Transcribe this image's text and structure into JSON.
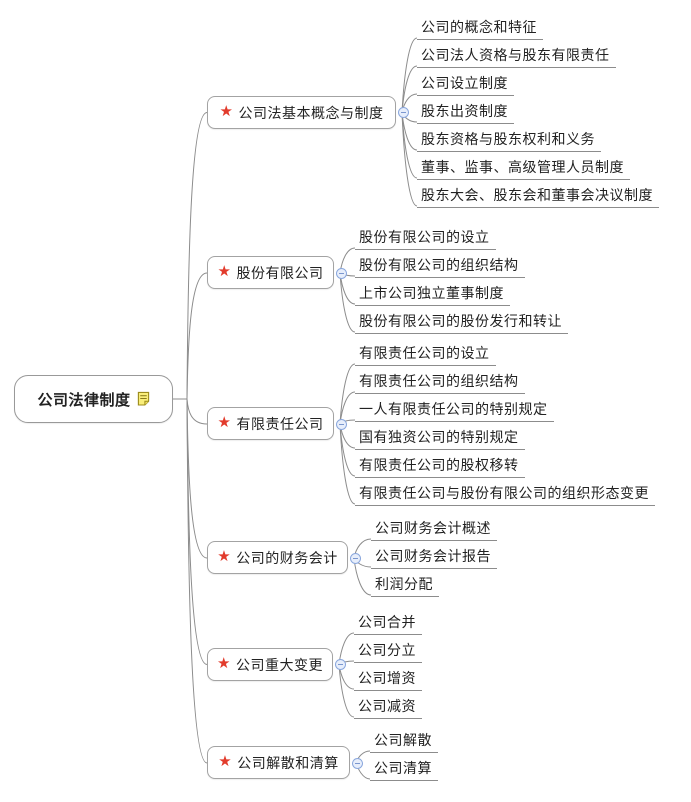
{
  "root": {
    "label": "公司法律制度"
  },
  "branches": [
    {
      "label": "公司法基本概念与制度",
      "children": [
        "公司的概念和特征",
        "公司法人资格与股东有限责任",
        "公司设立制度",
        "股东出资制度",
        "股东资格与股东权利和义务",
        "董事、监事、高级管理人员制度",
        "股东大会、股东会和董事会决议制度"
      ]
    },
    {
      "label": "股份有限公司",
      "children": [
        "股份有限公司的设立",
        "股份有限公司的组织结构",
        "上市公司独立董事制度",
        "股份有限公司的股份发行和转让"
      ]
    },
    {
      "label": "有限责任公司",
      "children": [
        "有限责任公司的设立",
        "有限责任公司的组织结构",
        "一人有限责任公司的特别规定",
        "国有独资公司的特别规定",
        "有限责任公司的股权移转",
        "有限责任公司与股份有限公司的组织形态变更"
      ]
    },
    {
      "label": "公司的财务会计",
      "children": [
        "公司财务会计概述",
        "公司财务会计报告",
        "利润分配"
      ]
    },
    {
      "label": "公司重大变更",
      "children": [
        "公司合并",
        "公司分立",
        "公司增资",
        "公司减资"
      ]
    },
    {
      "label": "公司解散和清算",
      "children": [
        "公司解散",
        "公司清算"
      ]
    }
  ],
  "icons": {
    "star_glyph": "★",
    "marker": "star-icon",
    "note": "note-icon"
  },
  "colors": {
    "background": "#ffffff",
    "star": "#e23b2c",
    "note_fill": "#f9ee7a",
    "note_stroke": "#9c8b1c",
    "node_border": "#a3a3a3",
    "line": "#8c8c8c",
    "collapse_fill": "#e7eefb",
    "collapse_stroke": "#8aa7dd",
    "text": "#222222"
  }
}
